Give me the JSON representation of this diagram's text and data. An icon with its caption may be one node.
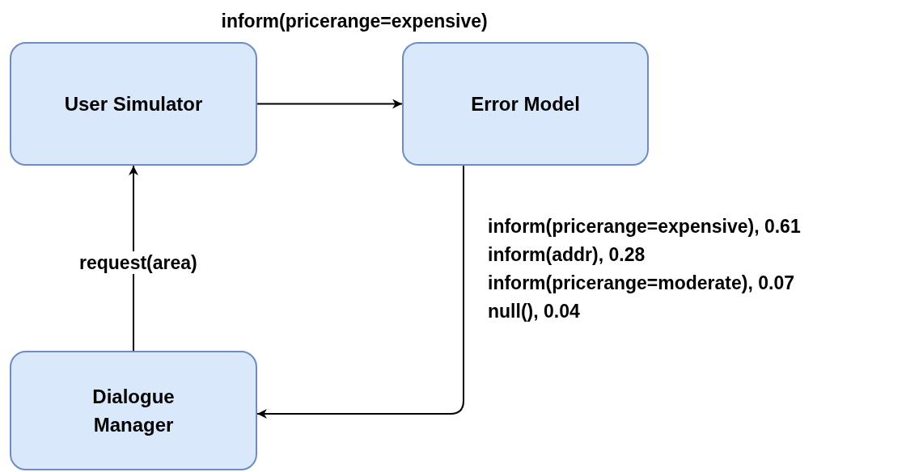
{
  "diagram": {
    "nodes": [
      {
        "text": [
          "User Simulator"
        ]
      },
      {
        "text": [
          "Error Model"
        ]
      },
      {
        "text": [
          "Dialogue Manager"
        ]
      }
    ],
    "edges": [
      {
        "from": 0,
        "to": 1,
        "arrow": "to",
        "label": "inform(pricerange=expensive)"
      },
      {
        "from": 1,
        "to": 2,
        "arrow": "to"
      },
      {
        "from": 2,
        "to": 0,
        "arrow": "to",
        "label": "request(area)"
      }
    ],
    "labels": [
      "inform(pricerange=expensive), 0.61",
      "inform(addr), 0.28",
      "inform(pricerange=moderate), 0.07",
      "null(), 0.04"
    ]
  }
}
